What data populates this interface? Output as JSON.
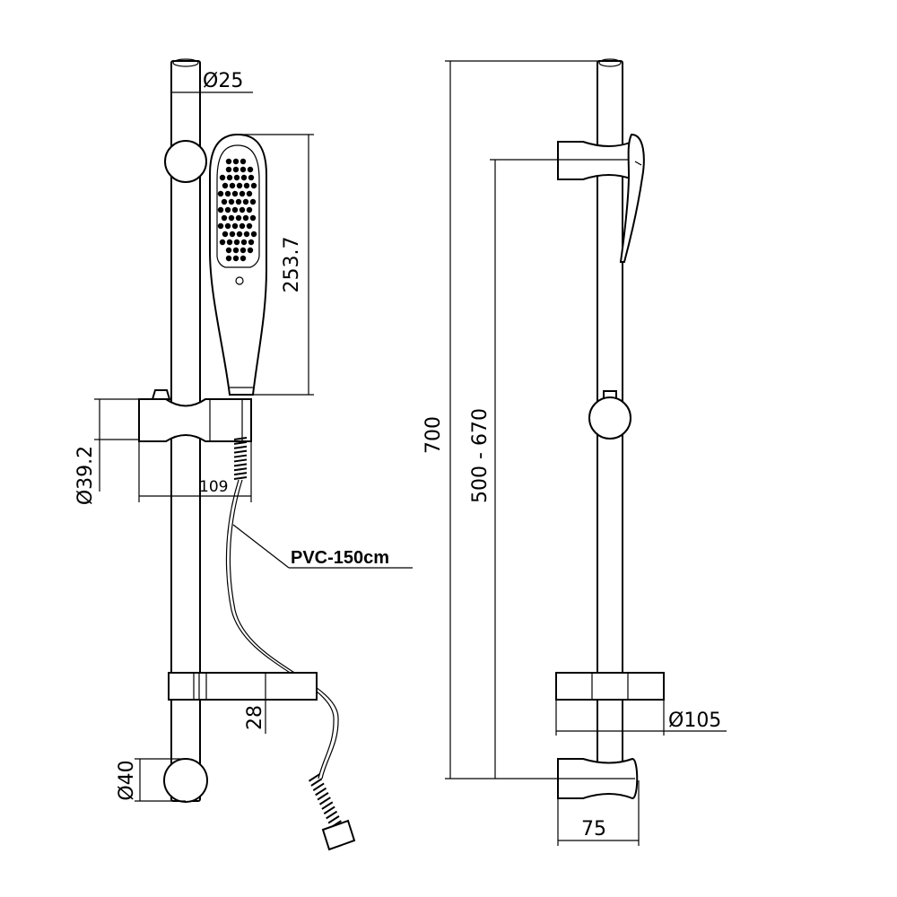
{
  "dimensions": {
    "rail_diameter": "Ø25",
    "handshower_length": "253.7",
    "slider_diameter": "Ø39.2",
    "slider_reach": "109",
    "hose": "PVC-150cm",
    "soap_dish_height": "28",
    "bracket_diameter": "Ø40",
    "total_height": "700",
    "bracket_spacing": "500 - 670",
    "soap_dish_diameter": "Ø105",
    "wall_projection": "75"
  }
}
